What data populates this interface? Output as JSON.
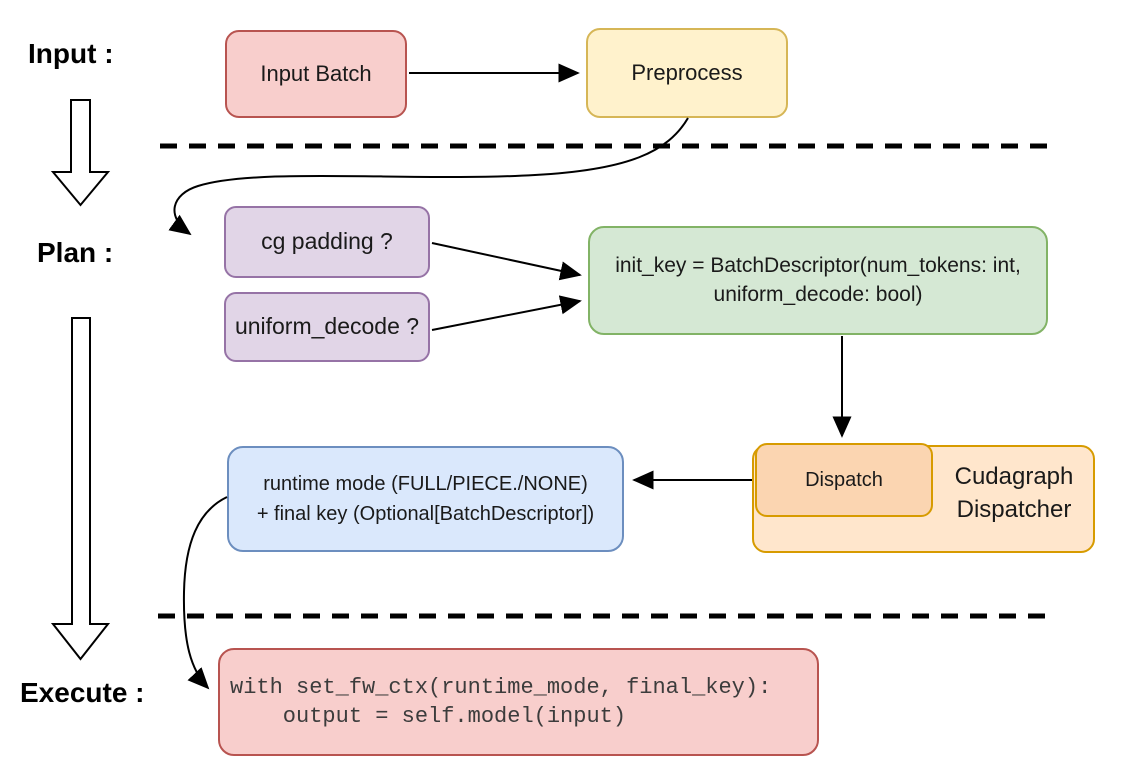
{
  "stages": {
    "input": "Input :",
    "plan": "Plan :",
    "execute": "Execute :"
  },
  "nodes": {
    "input_batch": {
      "label": "Input Batch",
      "fill": "#f8cecc",
      "border": "#b85450"
    },
    "preprocess": {
      "label": "Preprocess",
      "fill": "#fff2cc",
      "border": "#d6b656"
    },
    "cg_padding": {
      "label": "cg padding ?",
      "fill": "#e1d5e7",
      "border": "#9673a6"
    },
    "uniform_decode": {
      "label": "uniform_decode ?",
      "fill": "#e1d5e7",
      "border": "#9673a6"
    },
    "init_key": {
      "line1": "init_key = BatchDescriptor(num_tokens: int,",
      "line2": "uniform_decode: bool)",
      "fill": "#d5e8d4",
      "border": "#82b366"
    },
    "dispatch": {
      "label": "Dispatch",
      "fill": "#fbd5b1",
      "border": "#d79b00"
    },
    "cudagraph_dispatcher": {
      "line1": "Cudagraph",
      "line2": "Dispatcher",
      "fill": "#ffe6cc",
      "border": "#d79b00"
    },
    "runtime_mode": {
      "line1": "runtime mode (FULL/PIECE./NONE)",
      "line2": "+ final key (Optional[BatchDescriptor])",
      "fill": "#dae8fc",
      "border": "#6c8ebf"
    },
    "execute_code": {
      "line1": "with set_fw_ctx(runtime_mode, final_key):",
      "line2": "    output = self.model(input)",
      "fill": "#f8cecc",
      "border": "#b85450"
    }
  },
  "connector_color": "#000000"
}
